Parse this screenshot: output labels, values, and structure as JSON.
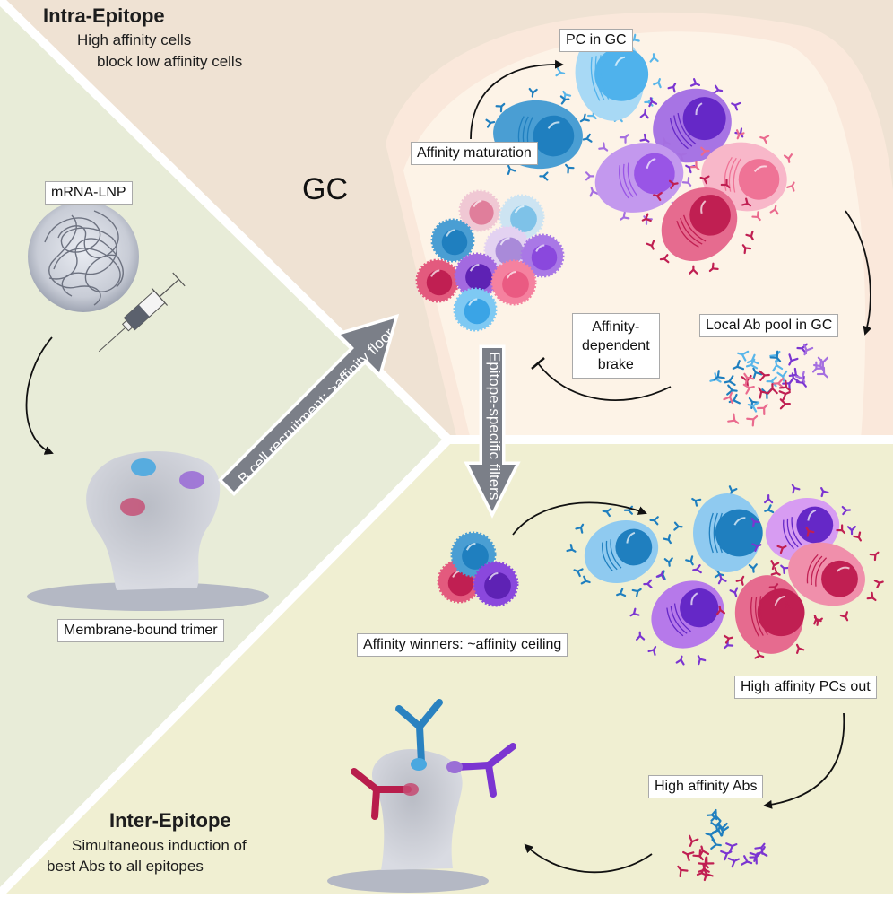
{
  "sections": {
    "intra": {
      "title": "Intra-Epitope",
      "line1": "High affinity cells",
      "line2": "block low affinity cells"
    },
    "inter": {
      "title": "Inter-Epitope",
      "line1": "Simultaneous induction of",
      "line2": "best Abs to all epitopes"
    }
  },
  "gc_label": "GC",
  "labels": {
    "mrna_lnp": "mRNA-LNP",
    "trimer": "Membrane-bound trimer",
    "affinity_maturation": "Affinity maturation",
    "pc_in_gc": "PC in GC",
    "local_ab_pool": "Local Ab pool in GC",
    "brake_line1": "Affinity-",
    "brake_line2": "dependent",
    "brake_line3": "brake",
    "affinity_winners": "Affinity winners: ~affinity ceiling",
    "high_affinity_pcs": "High affinity PCs out",
    "high_affinity_abs": "High affinity Abs"
  },
  "arrows": {
    "recruitment": "B cell recruitment: >affinity floor",
    "filters": "Epitope-specific filters"
  },
  "colors": {
    "bg_intra": "#efe2d3",
    "bg_gc": "#fdf3e7",
    "bg_left": "#e8ecd8",
    "bg_inter": "#f0efd2",
    "arrow_gray": "#7b7f88",
    "blue_dark": "#1f7fbf",
    "blue_light": "#59b6ea",
    "purple": "#7b35d1",
    "purple_light": "#a56fe0",
    "pink": "#ea6a8e",
    "red": "#c01f52"
  }
}
